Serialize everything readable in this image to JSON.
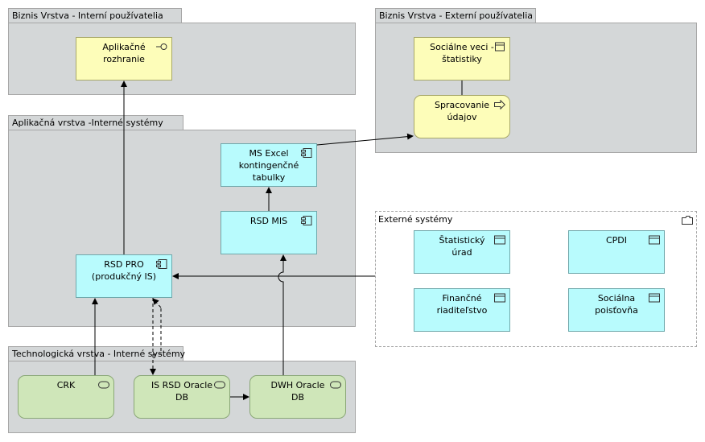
{
  "groups": {
    "biz_internal": "Biznis Vrstva - Interní používatelia",
    "biz_external": "Biznis Vrstva - Externí používatelia",
    "app_internal": "Aplikačná vrstva -Interné systémy",
    "tech_internal": "Technologická vrstva - Interné systémy",
    "external_systems": "Externé systémy"
  },
  "elements": {
    "app_interface": "Aplikačné\nrozhranie",
    "socialne_veci": "Sociálne veci -\nštatistiky",
    "spracovanie": "Spracovanie\núdajov",
    "ms_excel": "MS Excel\nkontingenčné\ntabulky",
    "rsd_mis": "RSD MIS",
    "rsd_pro": "RSD PRO\n(produkčný IS)",
    "statisticky_urad": "Štatistický úrad",
    "cpdi": "CPDI",
    "financne": "Finančné\nriaditeľstvo",
    "socialna_poistovna": "Sociálna\npoisťovňa",
    "crk": "CRK",
    "is_rsd_oracle": "IS RSD Oracle\nDB",
    "dwh_oracle": "DWH Oracle\nDB"
  },
  "icons": {
    "interface": "interface-icon",
    "business_object": "business-object-icon",
    "process": "process-icon",
    "component": "component-icon",
    "system_software": "system-software-icon",
    "application_collaboration": "folder-icon"
  },
  "colors": {
    "business": "#fdfdb9",
    "application": "#b8fbfd",
    "technology": "#cfe6b9",
    "group": "#d4d7d8"
  }
}
